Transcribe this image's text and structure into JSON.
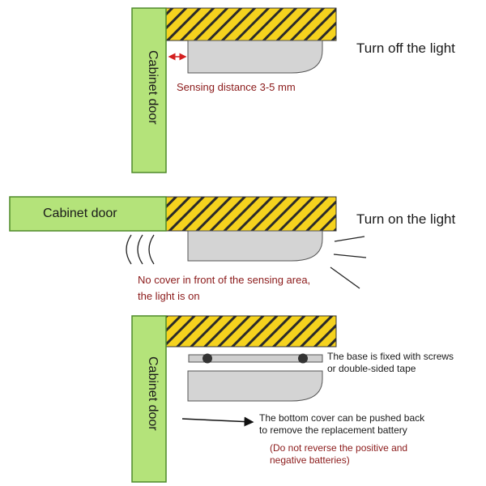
{
  "diagram": {
    "panel1": {
      "door_label": "Cabinet door",
      "status": "Turn off the light",
      "note": "Sensing distance 3-5 mm"
    },
    "panel2": {
      "door_label": "Cabinet door",
      "status": "Turn on the light",
      "note_line1": "No cover in front of the sensing area,",
      "note_line2": "the light is on"
    },
    "panel3": {
      "door_label": "Cabinet door",
      "base_line1": "The base is fixed with screws",
      "base_line2": "or double-sided tape",
      "cover_line1": "The bottom cover can be pushed back",
      "cover_line2": "to remove the replacement battery",
      "warn_line1": "(Do not reverse the positive and",
      "warn_line2": "negative batteries)"
    },
    "colors": {
      "door_fill": "#b4e37a",
      "door_stroke": "#4f8a2a",
      "wood_fill": "#f5d21e",
      "device_fill": "#d4d4d4",
      "note_text": "#8b1a1a",
      "arrow_red": "#d42020"
    }
  }
}
